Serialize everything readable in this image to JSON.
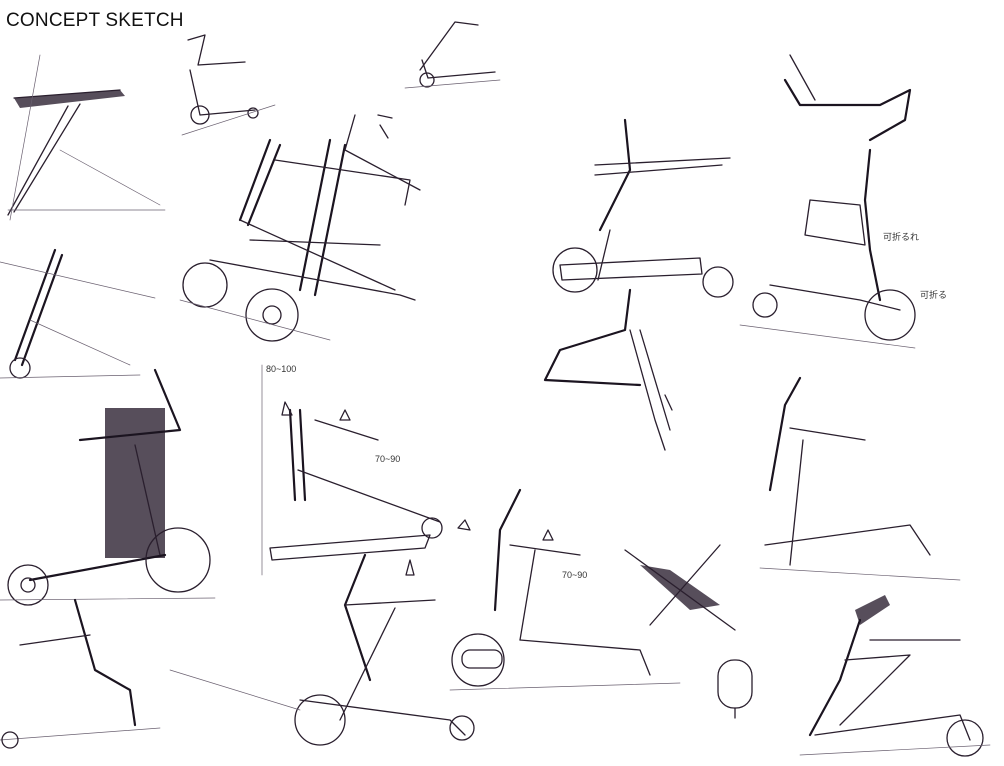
{
  "title": "CONCEPT SKETCH",
  "annotations": {
    "height_range": "80~100",
    "dim_a": "70~90",
    "dim_b": "70~90",
    "note_a": "可折る",
    "note_b": "可折るれ"
  },
  "ink_color": "#2a1f2e"
}
